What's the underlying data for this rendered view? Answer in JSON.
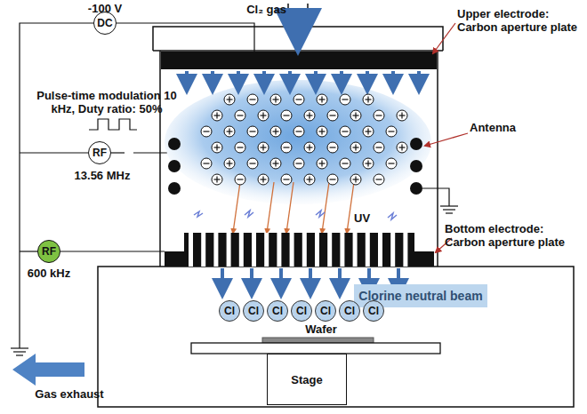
{
  "diagram": {
    "nodes": [
      {
        "text": [
          "DC"
        ]
      },
      {
        "text": [
          "RF"
        ]
      },
      {
        "text": [
          "RF"
        ]
      },
      {
        "text": [
          "Clorine neutral beam"
        ]
      },
      {
        "text": [
          "Cl"
        ]
      },
      {
        "text": [
          "Cl"
        ]
      },
      {
        "text": [
          "Cl"
        ]
      },
      {
        "text": [
          "Cl"
        ]
      },
      {
        "text": [
          "Cl"
        ]
      },
      {
        "text": [
          "Cl"
        ]
      },
      {
        "text": [
          "Cl"
        ]
      },
      {
        "text": [
          "Stage"
        ]
      }
    ],
    "labels": [
      "-100 V",
      "Cl₂ gas",
      "Upper electrode: Carbon aperture plate",
      "Pulse-time modulation 10 kHz, Duty ratio: 50%",
      "13.56 MHz",
      "Antenna",
      "600 kHz",
      "UV",
      "Bottom electrode: Carbon aperture plate",
      "Wafer",
      "Gas exhaust"
    ]
  }
}
